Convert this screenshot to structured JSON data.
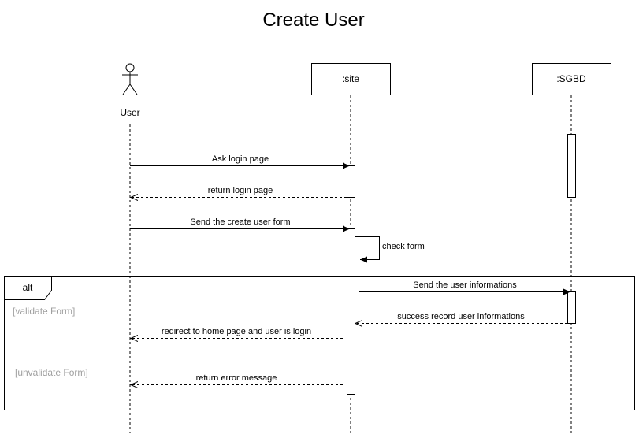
{
  "diagram": {
    "title": "Create User",
    "actor": {
      "label": "User"
    },
    "participants": [
      ":site",
      ":SGBD"
    ],
    "messages": [
      "Ask login page",
      "return login page",
      "Send the create user form",
      "check form",
      "Send the user informations",
      "success record user informations",
      "redirect to home page and user is login",
      "return error message"
    ],
    "fragment": {
      "operator": "alt",
      "guards": [
        "[validate Form]",
        "[unvalidate Form]"
      ]
    }
  }
}
